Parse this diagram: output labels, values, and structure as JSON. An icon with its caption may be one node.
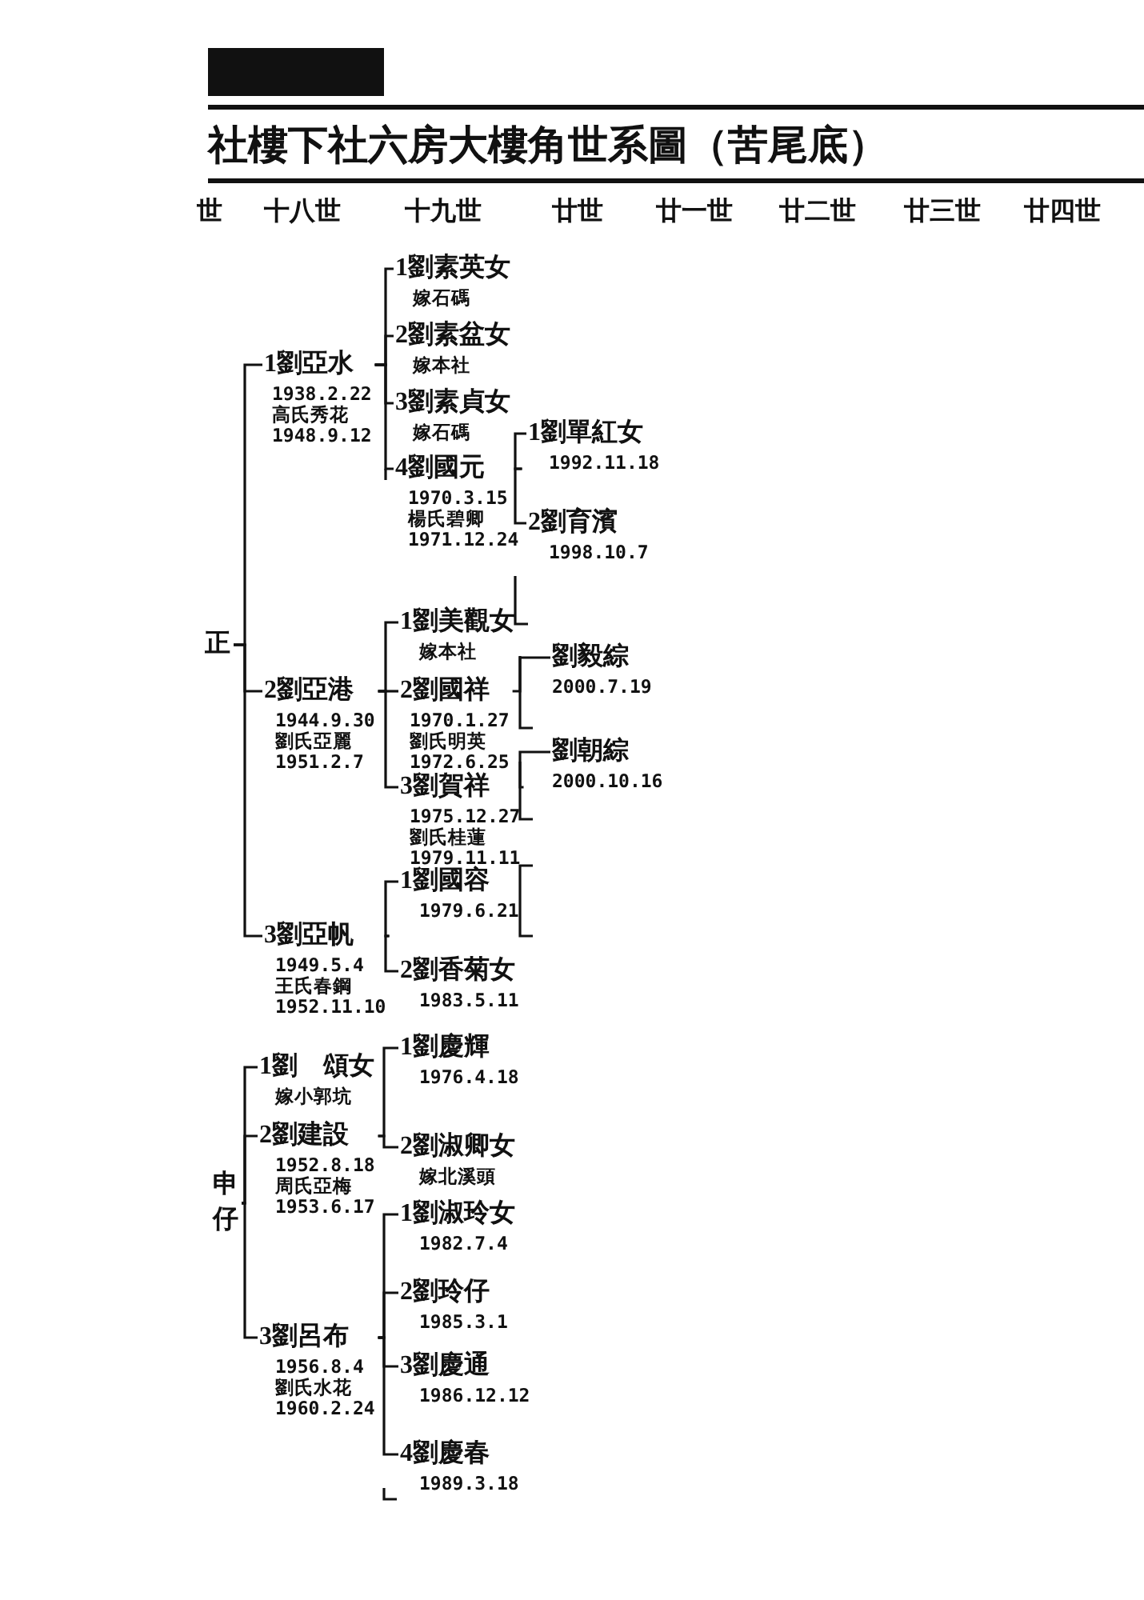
{
  "diagram": {
    "title": "社樓下社六房大樓角世系圖（苦尾底）",
    "nodes": [
      {
        "text": [
          "正"
        ]
      },
      {
        "text": [
          "1劉亞水",
          "1938.2.22",
          "高氏秀花",
          "1948.9.12"
        ]
      },
      {
        "text": [
          "1劉素英女",
          "嫁石碼"
        ]
      },
      {
        "text": [
          "2劉素盆女",
          "嫁本社"
        ]
      },
      {
        "text": [
          "3劉素貞女",
          "嫁石碼"
        ]
      },
      {
        "text": [
          "4劉國元",
          "1970.3.15",
          "楊氏碧卿",
          "1971.12.24"
        ]
      },
      {
        "text": [
          "1劉單紅女",
          "1992.11.18"
        ]
      },
      {
        "text": [
          "2劉育濱",
          "1998.10.7"
        ]
      },
      {
        "text": [
          "2劉亞港",
          "1944.9.30",
          "劉氏亞麗",
          "1951.2.7"
        ]
      },
      {
        "text": [
          "1劉美觀女",
          "嫁本社"
        ]
      },
      {
        "text": [
          "2劉國祥",
          "1970.1.27",
          "劉氏明英",
          "1972.6.25"
        ]
      },
      {
        "text": [
          "劉毅綜",
          "2000.7.19"
        ]
      },
      {
        "text": [
          "3劉賀祥",
          "1975.12.27",
          "劉氏桂蓮",
          "1979.11.11"
        ]
      },
      {
        "text": [
          "劉朝綜",
          "2000.10.16"
        ]
      },
      {
        "text": [
          "3劉亞帆",
          "1949.5.4",
          "王氏春鋼",
          "1952.11.10"
        ]
      },
      {
        "text": [
          "1劉國容",
          "1979.6.21"
        ]
      },
      {
        "text": [
          "2劉香菊女",
          "1983.5.11"
        ]
      },
      {
        "text": [
          "申仔"
        ]
      },
      {
        "text": [
          "1劉　頌女",
          "嫁小郭坑"
        ]
      },
      {
        "text": [
          "2劉建設",
          "1952.8.18",
          "周氏亞梅",
          "1953.6.17"
        ]
      },
      {
        "text": [
          "1劉慶輝",
          "1976.4.18"
        ]
      },
      {
        "text": [
          "2劉淑卿女",
          "嫁北溪頭"
        ]
      },
      {
        "text": [
          "3劉呂布",
          "1956.8.4",
          "劉氏水花",
          "1960.2.24"
        ]
      },
      {
        "text": [
          "1劉淑玲女",
          "1982.7.4"
        ]
      },
      {
        "text": [
          "2劉玲仔",
          "1985.3.1"
        ]
      },
      {
        "text": [
          "3劉慶通",
          "1986.12.12"
        ]
      },
      {
        "text": [
          "4劉慶春",
          "1989.3.18"
        ]
      }
    ],
    "edges": [
      {
        "from": 0,
        "to": 1,
        "arrow": "none"
      },
      {
        "from": 0,
        "to": 8,
        "arrow": "none"
      },
      {
        "from": 0,
        "to": 14,
        "arrow": "none"
      },
      {
        "from": 1,
        "to": 2,
        "arrow": "none"
      },
      {
        "from": 1,
        "to": 3,
        "arrow": "none"
      },
      {
        "from": 1,
        "to": 4,
        "arrow": "none"
      },
      {
        "from": 1,
        "to": 5,
        "arrow": "none"
      },
      {
        "from": 5,
        "to": 6,
        "arrow": "none"
      },
      {
        "from": 5,
        "to": 7,
        "arrow": "none"
      },
      {
        "from": 8,
        "to": 9,
        "arrow": "none"
      },
      {
        "from": 8,
        "to": 10,
        "arrow": "none"
      },
      {
        "from": 8,
        "to": 12,
        "arrow": "none"
      },
      {
        "from": 10,
        "to": 11,
        "arrow": "none"
      },
      {
        "from": 12,
        "to": 13,
        "arrow": "none"
      },
      {
        "from": 14,
        "to": 15,
        "arrow": "none"
      },
      {
        "from": 14,
        "to": 16,
        "arrow": "none"
      },
      {
        "from": 17,
        "to": 18,
        "arrow": "none"
      },
      {
        "from": 17,
        "to": 19,
        "arrow": "none"
      },
      {
        "from": 17,
        "to": 22,
        "arrow": "none"
      },
      {
        "from": 19,
        "to": 20,
        "arrow": "none"
      },
      {
        "from": 19,
        "to": 21,
        "arrow": "none"
      },
      {
        "from": 22,
        "to": 23,
        "arrow": "none"
      },
      {
        "from": 22,
        "to": 24,
        "arrow": "none"
      },
      {
        "from": 22,
        "to": 25,
        "arrow": "none"
      },
      {
        "from": 22,
        "to": 26,
        "arrow": "none"
      }
    ],
    "labels": [
      "世",
      "十八世",
      "十九世",
      "廿世",
      "廿一世",
      "廿二世",
      "廿三世",
      "廿四世"
    ]
  }
}
